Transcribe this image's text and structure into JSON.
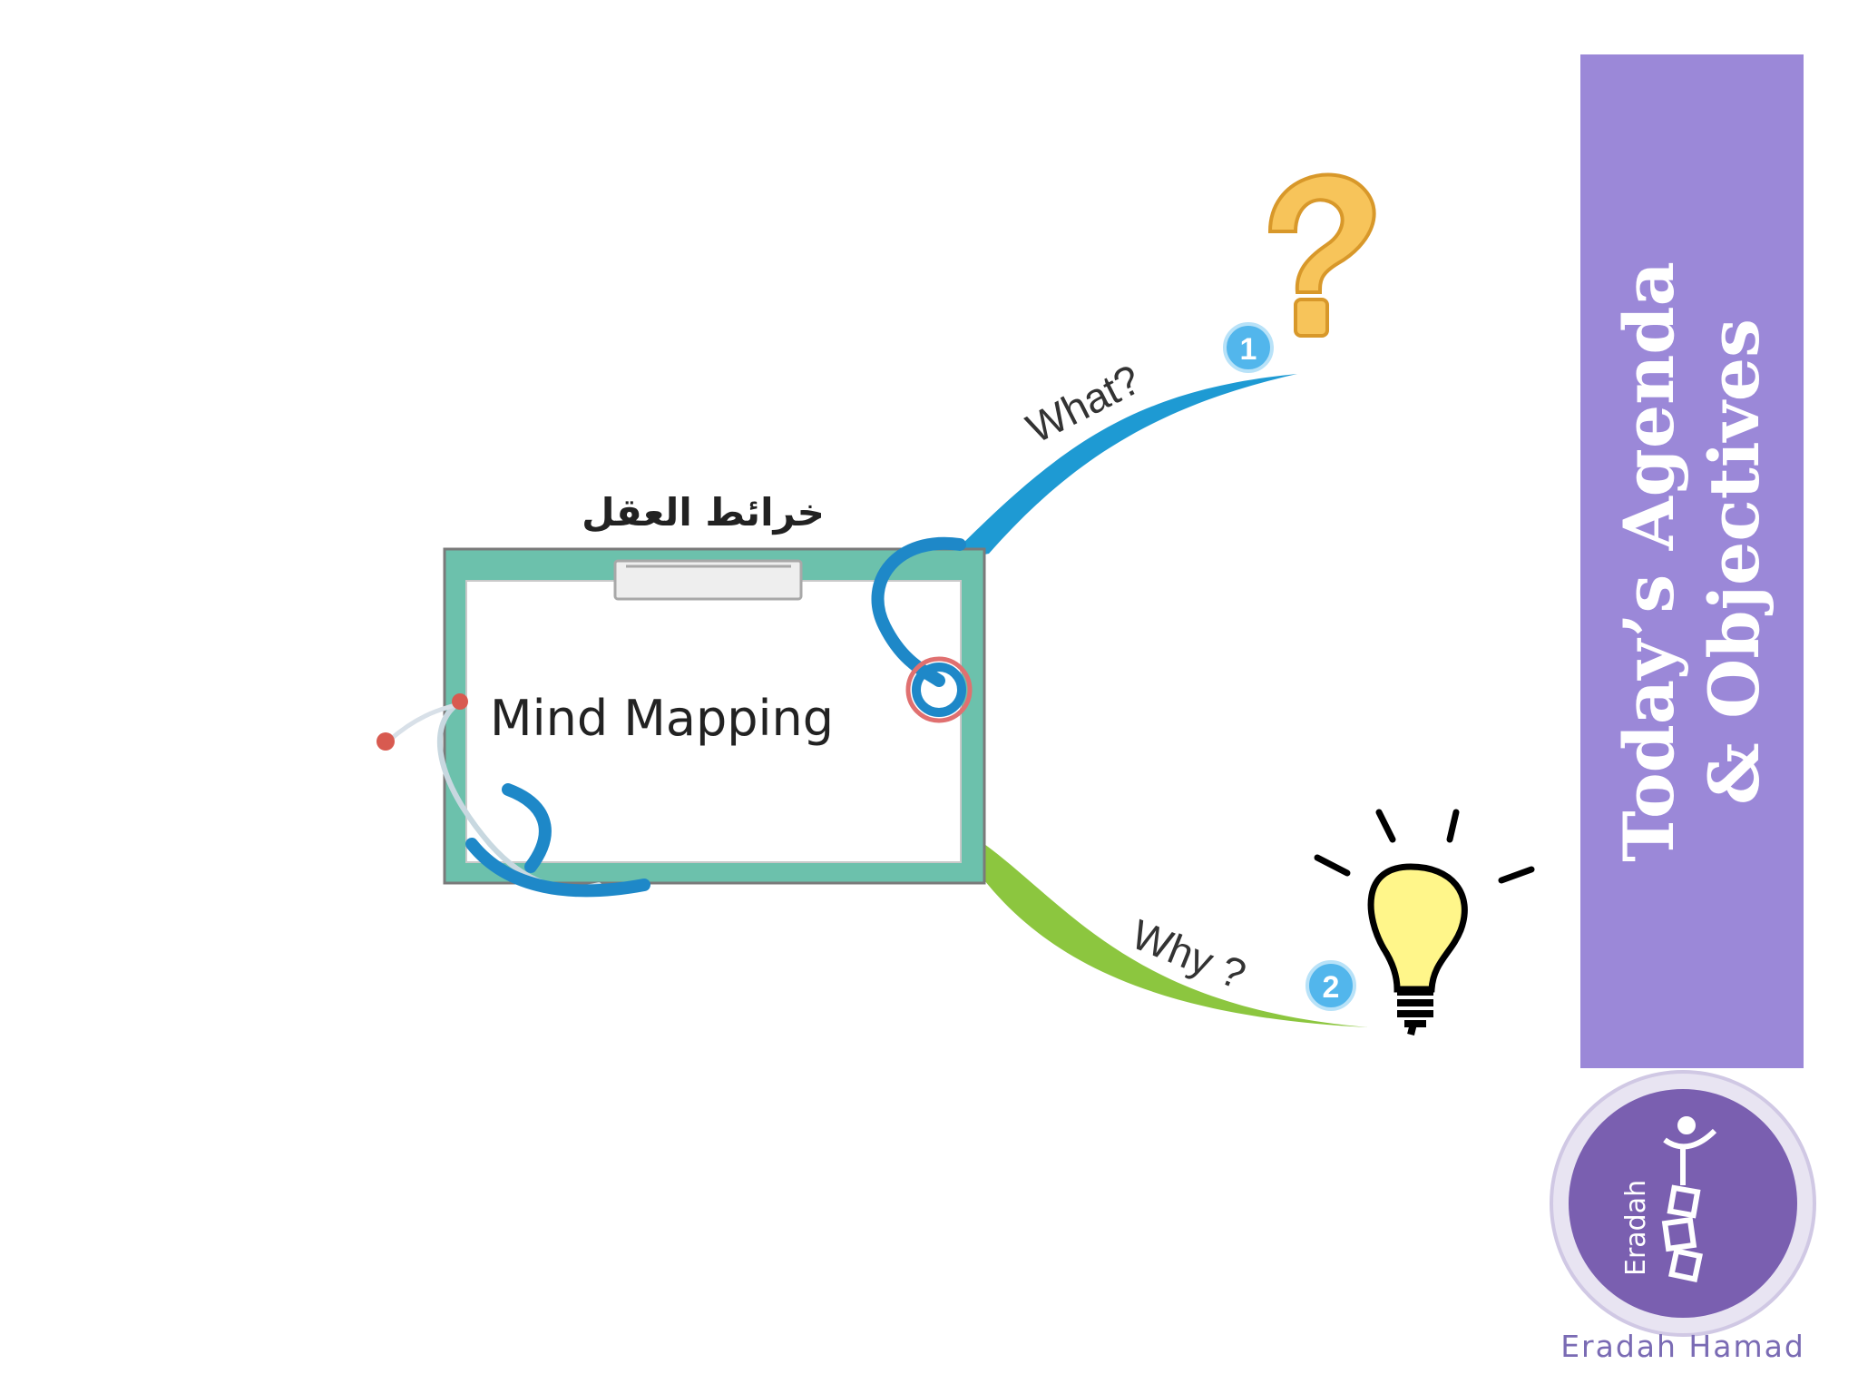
{
  "banner": {
    "line1": "Today’s Agenda",
    "line2": "& Objectives",
    "color": "#9b88d8"
  },
  "mindmap": {
    "central_title_arabic": "خرائط العقل",
    "central_label": "Mind Mapping",
    "branches": [
      {
        "label": "What?",
        "number": "1",
        "icon": "question-mark-icon",
        "color": "#1e9ad3"
      },
      {
        "label": "Why ?",
        "number": "2",
        "icon": "light-bulb-icon",
        "color": "#8cc63f"
      }
    ]
  },
  "logo": {
    "mark_text": "Eradah",
    "caption": "Eradah Hamad",
    "color": "#7a5fb0"
  }
}
